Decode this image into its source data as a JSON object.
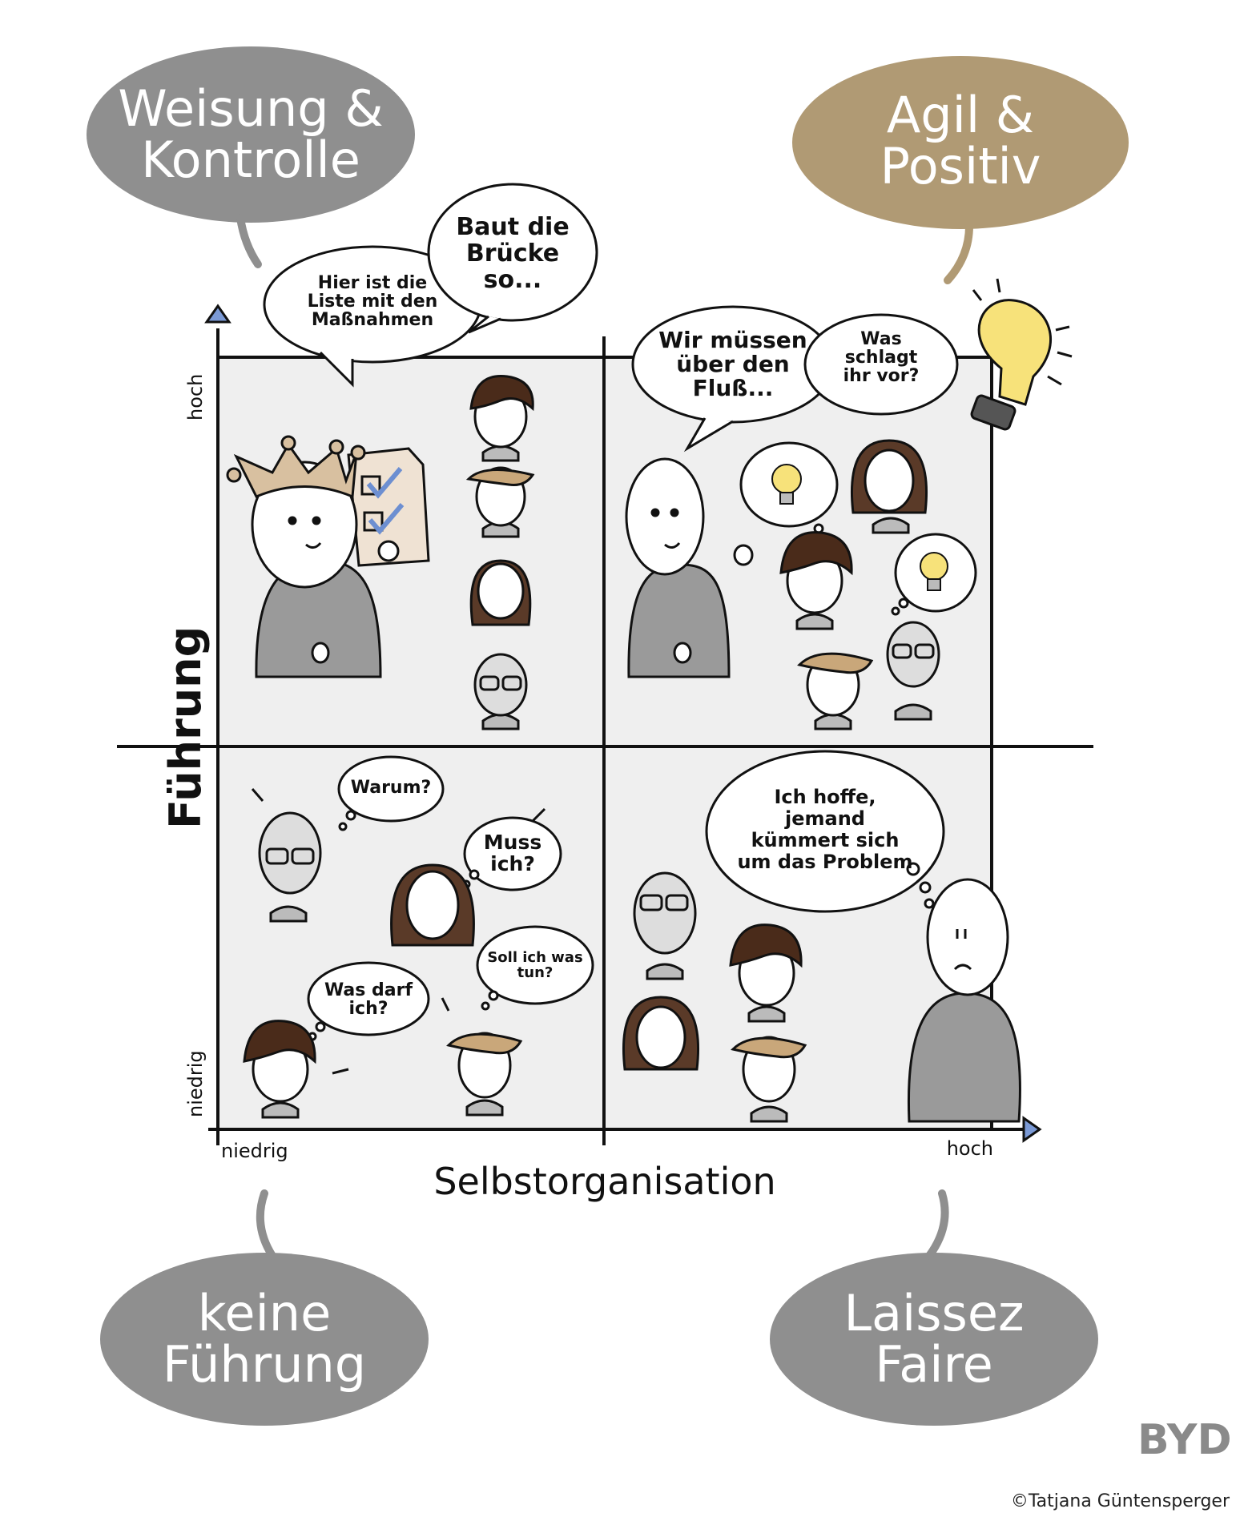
{
  "quadrant_labels": {
    "top_left": [
      "Weisung &",
      "Kontrolle"
    ],
    "top_right": [
      "Agil &",
      "Positiv"
    ],
    "bottom_left": [
      "keine",
      "Führung"
    ],
    "bottom_right": [
      "Laissez",
      "Faire"
    ]
  },
  "axes": {
    "y_title": "Führung",
    "y_high": "hoch",
    "y_low": "niedrig",
    "x_title": "Selbstorganisation",
    "x_low": "niedrig",
    "x_high": "hoch"
  },
  "speech": {
    "tl_list": [
      "Hier ist die",
      "Liste mit den",
      "Maßnahmen"
    ],
    "tl_bridge": [
      "Baut die",
      "Brücke",
      "so..."
    ],
    "tr_river": [
      "Wir müssen",
      "über den",
      "Fluß..."
    ],
    "tr_question": [
      "Was",
      "schlagt",
      "ihr vor?"
    ],
    "bl_why": [
      "Warum?"
    ],
    "bl_must": [
      "Muss",
      "ich?"
    ],
    "bl_allowed": [
      "Was darf",
      "ich?"
    ],
    "bl_should": [
      "Soll ich was",
      "tun?"
    ],
    "br_hope": [
      "Ich hoffe,",
      "jemand",
      "kümmert sich",
      "um das Problem"
    ]
  },
  "logo": "BYD",
  "copyright": "©Tatjana Güntensperger",
  "colors": {
    "grey_bubble": "#8f8f8f",
    "gold_bubble": "#b09a74",
    "quadrant_bg": "#efefef",
    "accent_blue": "#6d8fd1",
    "bulb_yellow": "#f7e27a"
  }
}
